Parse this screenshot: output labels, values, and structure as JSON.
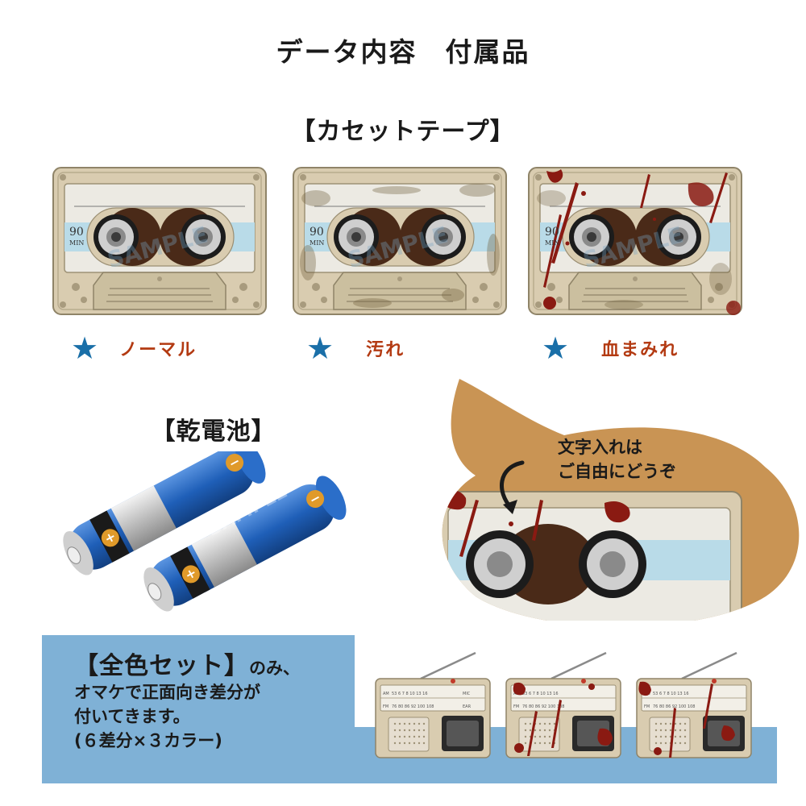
{
  "page_title": "データ内容　付属品",
  "cassette_section": {
    "title": "【カセットテープ】",
    "tape_label": {
      "length": "90",
      "unit": "MIN"
    },
    "watermark": "SAMPLE",
    "variants": [
      {
        "label": "ノーマル"
      },
      {
        "label": "汚れ"
      },
      {
        "label": "血まみれ"
      }
    ]
  },
  "battery_section": {
    "title": "【乾電池】",
    "plus_symbol": "+",
    "minus_symbol": "−"
  },
  "callout": {
    "line1": "文字入れは",
    "line2": "ご自由にどうぞ"
  },
  "set_note": {
    "highlight": "【全色セット】",
    "line1_rest": "のみ、",
    "line2": "オマケで正面向き差分が",
    "line3": "付いてきます。",
    "line4": "(６差分×３カラー)"
  },
  "radio": {
    "band_am": "AM",
    "band_fm": "FM",
    "am_scale": "53 6 7 8 10 13 16",
    "fm_scale": "76 80 86 92 100 108",
    "mic": "MIC",
    "ear": "EAR"
  },
  "colors": {
    "star": "#1a6fa8",
    "variant_label": "#b33a12",
    "bubble": "#c99454",
    "panel": "#7fb1d6",
    "cassette_body": "#d9ccb0",
    "battery_blue": "#1f5fb8",
    "blood": "#8a1a12"
  }
}
